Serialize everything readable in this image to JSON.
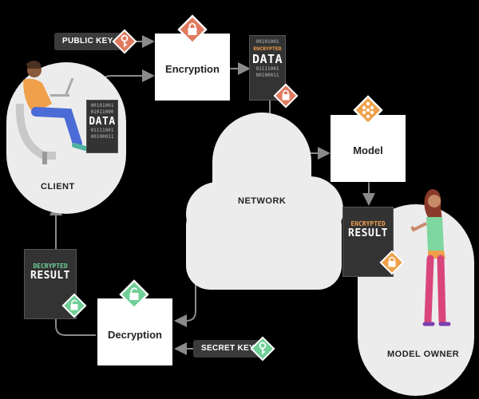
{
  "nodes": {
    "client": "CLIENT",
    "model_owner": "MODEL OWNER",
    "network": "NETWORK",
    "encryption": "Encryption",
    "model": "Model",
    "decryption": "Decryption"
  },
  "keys": {
    "public_key": "PUBLIC KEY",
    "secret_key": "SECRET KEY"
  },
  "cards": {
    "client_data": {
      "bits_top": [
        "00101001",
        "01011000"
      ],
      "title": "DATA",
      "bits_bottom": [
        "01111001",
        "00100011"
      ]
    },
    "encrypted_data": {
      "bits_top": [
        "00101001"
      ],
      "tag": "ENCRYPTED",
      "title": "DATA",
      "bits_bottom": [
        "01111001",
        "00100011"
      ]
    },
    "encrypted_result": {
      "tag": "ENCRYPTED",
      "title": "RESULT"
    },
    "decrypted_result": {
      "tag": "DECRYPTED",
      "title": "RESULT"
    }
  },
  "colors": {
    "background": "#000000",
    "lock_orange": "#e07a5f",
    "model_orange": "#f0a04b",
    "key_green": "#6fcf97",
    "encrypted_tag": "#f0a04b",
    "decrypted_tag": "#6fcf97",
    "arrow": "#8a8a8a"
  }
}
